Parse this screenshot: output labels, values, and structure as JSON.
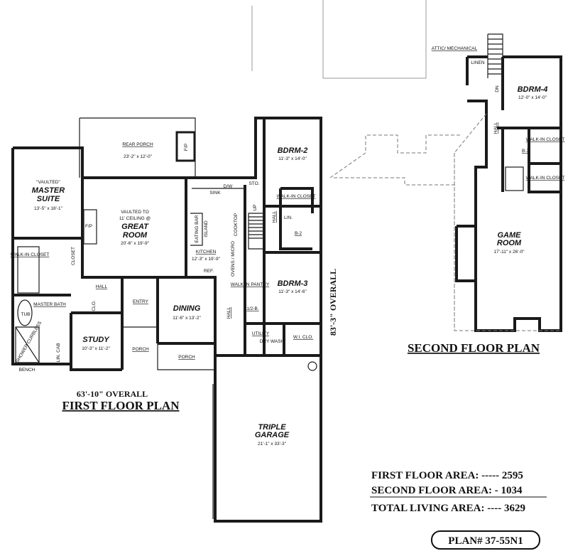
{
  "first_floor": {
    "title": "FIRST FLOOR PLAN",
    "width_overall": "63'-10\" OVERALL",
    "depth_overall": "83'-3\" OVERALL",
    "rooms": {
      "rear_porch": {
        "name": "REAR PORCH",
        "dims": "23'-2\" x 12'-0\""
      },
      "master_suite": {
        "note": "\"VAULTED\"",
        "name1": "MASTER",
        "name2": "SUITE",
        "dims": "13'-5\" x 18'-1\""
      },
      "great_room": {
        "note1": "VAULTED TO",
        "note2": "11' CEILING @",
        "name1": "GREAT",
        "name2": "ROOM",
        "dims": "20'-6\" x 19'-9\""
      },
      "kitchen": {
        "name": "KITCHEN",
        "dims": "12'-3\" x 19'-9\""
      },
      "bdrm2": {
        "name": "BDRM-2",
        "dims": "11'-3\" x 14'-0\""
      },
      "bdrm3": {
        "name": "BDRM-3",
        "dims": "11'-3\" x 14'-6\""
      },
      "dining": {
        "name": "DINING",
        "dims": "11'-6\" x 13'-2\""
      },
      "study": {
        "name": "STUDY",
        "dims": "10'-3\" x 11'-2\""
      },
      "garage": {
        "name1": "TRIPLE",
        "name2": "GARAGE",
        "dims": "21'-1\" x 33'-3\""
      }
    },
    "small_labels": {
      "fp": "F/P",
      "sink": "SINK",
      "dw": "D/W",
      "sto": "STO.",
      "island": "ISLAND",
      "eating_bar": "EATING BAR",
      "cooktop": "COOKTOP",
      "ovens": "OVENS / MICRO",
      "ref": "REF.",
      "up": "UP",
      "hall": "HALL",
      "walkin_closet": "WALK-IN CLOSET",
      "lin": "LIN.",
      "b2": "B-2",
      "walkin_pantry": "WALK-IN PANTRY",
      "half_bath": "1/2-B.",
      "utility": "UTILITY",
      "dry_wash": "DRY WASH",
      "wi_clo": "W.I. CLO.",
      "entry": "ENTRY",
      "porch": "PORCH",
      "master_bath": "MASTER BATH",
      "tub": "TUB",
      "shower": "SHOWER CURBLESS",
      "bench": "BENCH",
      "lin_cab": "LIN. CAB",
      "clo": "CLO.",
      "closet": "CLOSET"
    }
  },
  "second_floor": {
    "title": "SECOND FLOOR PLAN",
    "rooms": {
      "bdrm4": {
        "name": "BDRM-4",
        "dims": "12'-0\" x 14'-0\""
      },
      "game_room": {
        "name1": "GAME",
        "name2": "ROOM",
        "dims": "17'-11\" x 26'-0\""
      }
    },
    "small_labels": {
      "attic": "ATTIC/ MECHANICAL",
      "linen": "LINEN",
      "dn": "DN",
      "hall": "HALL",
      "b3": "B-3",
      "walkin_closet": "WALK-IN CLOSET"
    }
  },
  "areas": {
    "first": "FIRST FLOOR AREA: ----- 2595",
    "second": "SECOND FLOOR AREA: - 1034",
    "total": "TOTAL LIVING AREA: ---- 3629"
  },
  "plan_number": "PLAN# 37-55N1"
}
